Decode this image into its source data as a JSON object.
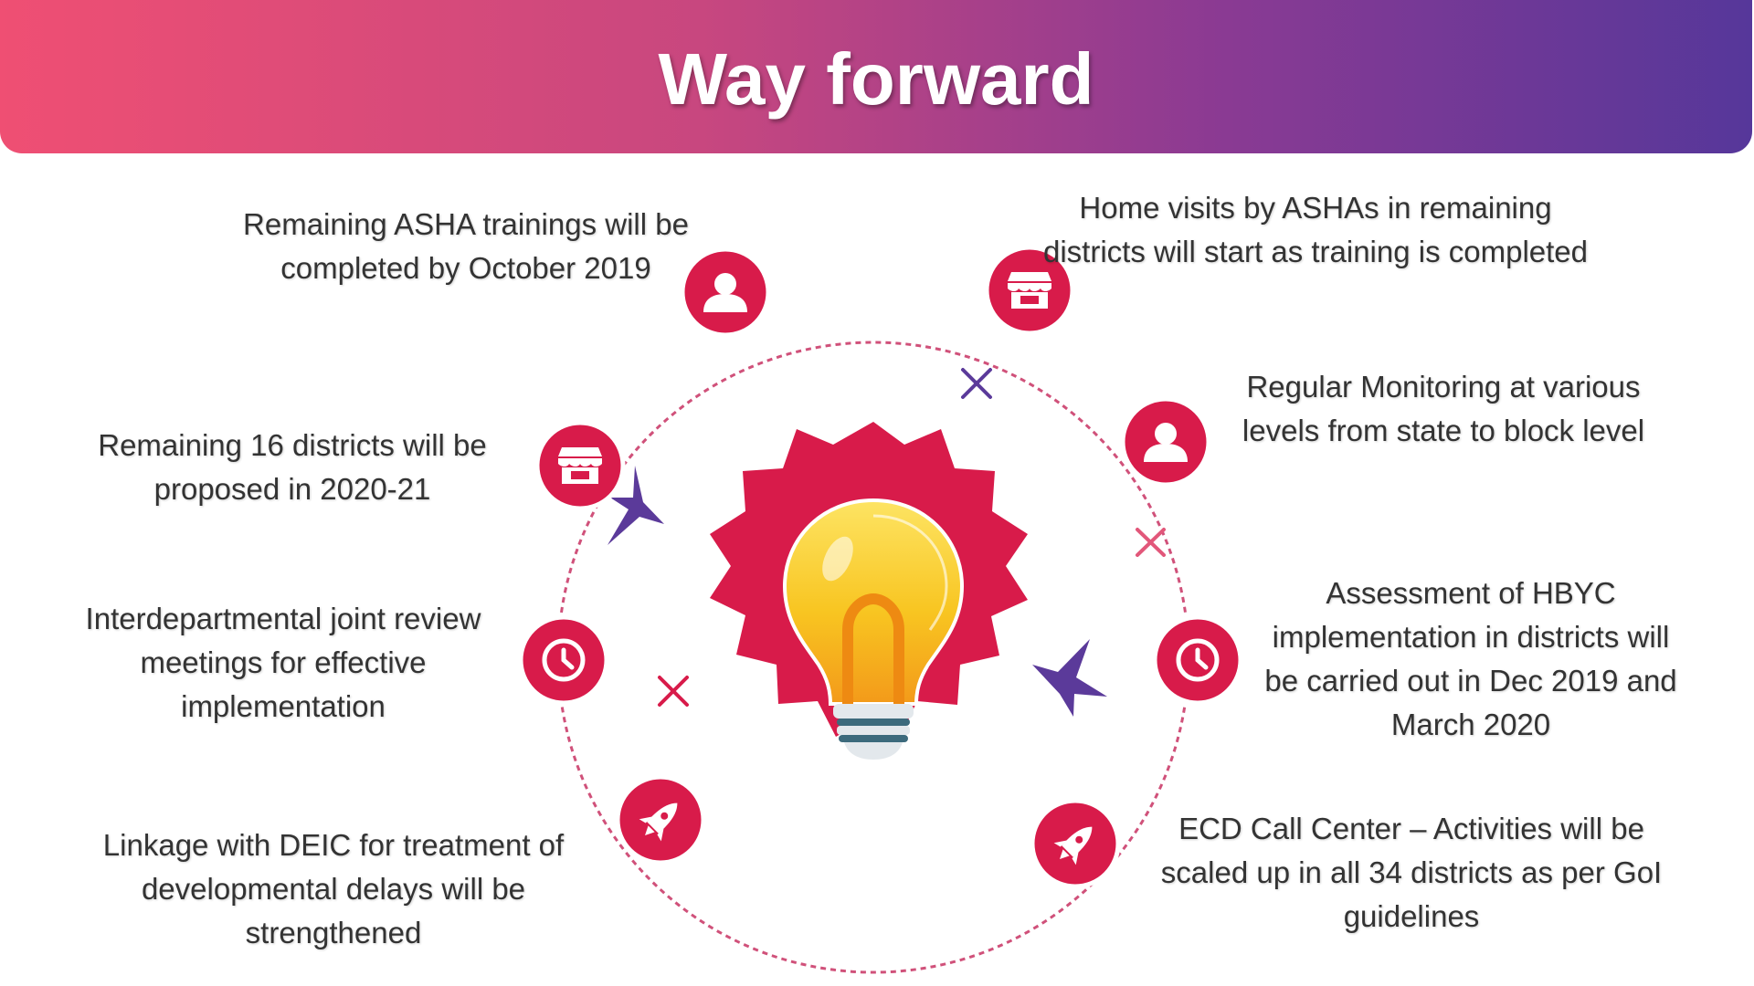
{
  "header": {
    "title": "Way forward"
  },
  "colors": {
    "accent": "#d81b4a",
    "purple": "#5b3a9a",
    "pink": "#e2577a",
    "bulb": "#f6c21d"
  },
  "items": [
    {
      "text": "Remaining ASHA trainings will be completed by October 2019",
      "icon": "user-icon"
    },
    {
      "text": "Home visits by ASHAs in remaining districts will start as training is completed",
      "icon": "store-icon"
    },
    {
      "text": "Remaining 16 districts will be proposed in 2020-21",
      "icon": "store-icon"
    },
    {
      "text": "Regular Monitoring at various levels from state to block level",
      "icon": "user-icon"
    },
    {
      "text": "Interdepartmental joint review meetings for effective implementation",
      "icon": "clock-icon"
    },
    {
      "text": "Assessment of HBYC implementation in districts will be carried out in Dec 2019 and March 2020",
      "icon": "clock-icon"
    },
    {
      "text": "Linkage with DEIC for treatment of developmental delays will be strengthened",
      "icon": "rocket-icon"
    },
    {
      "text": "ECD Call Center – Activities will be scaled up in all 34 districts as per GoI guidelines",
      "icon": "rocket-icon"
    }
  ]
}
